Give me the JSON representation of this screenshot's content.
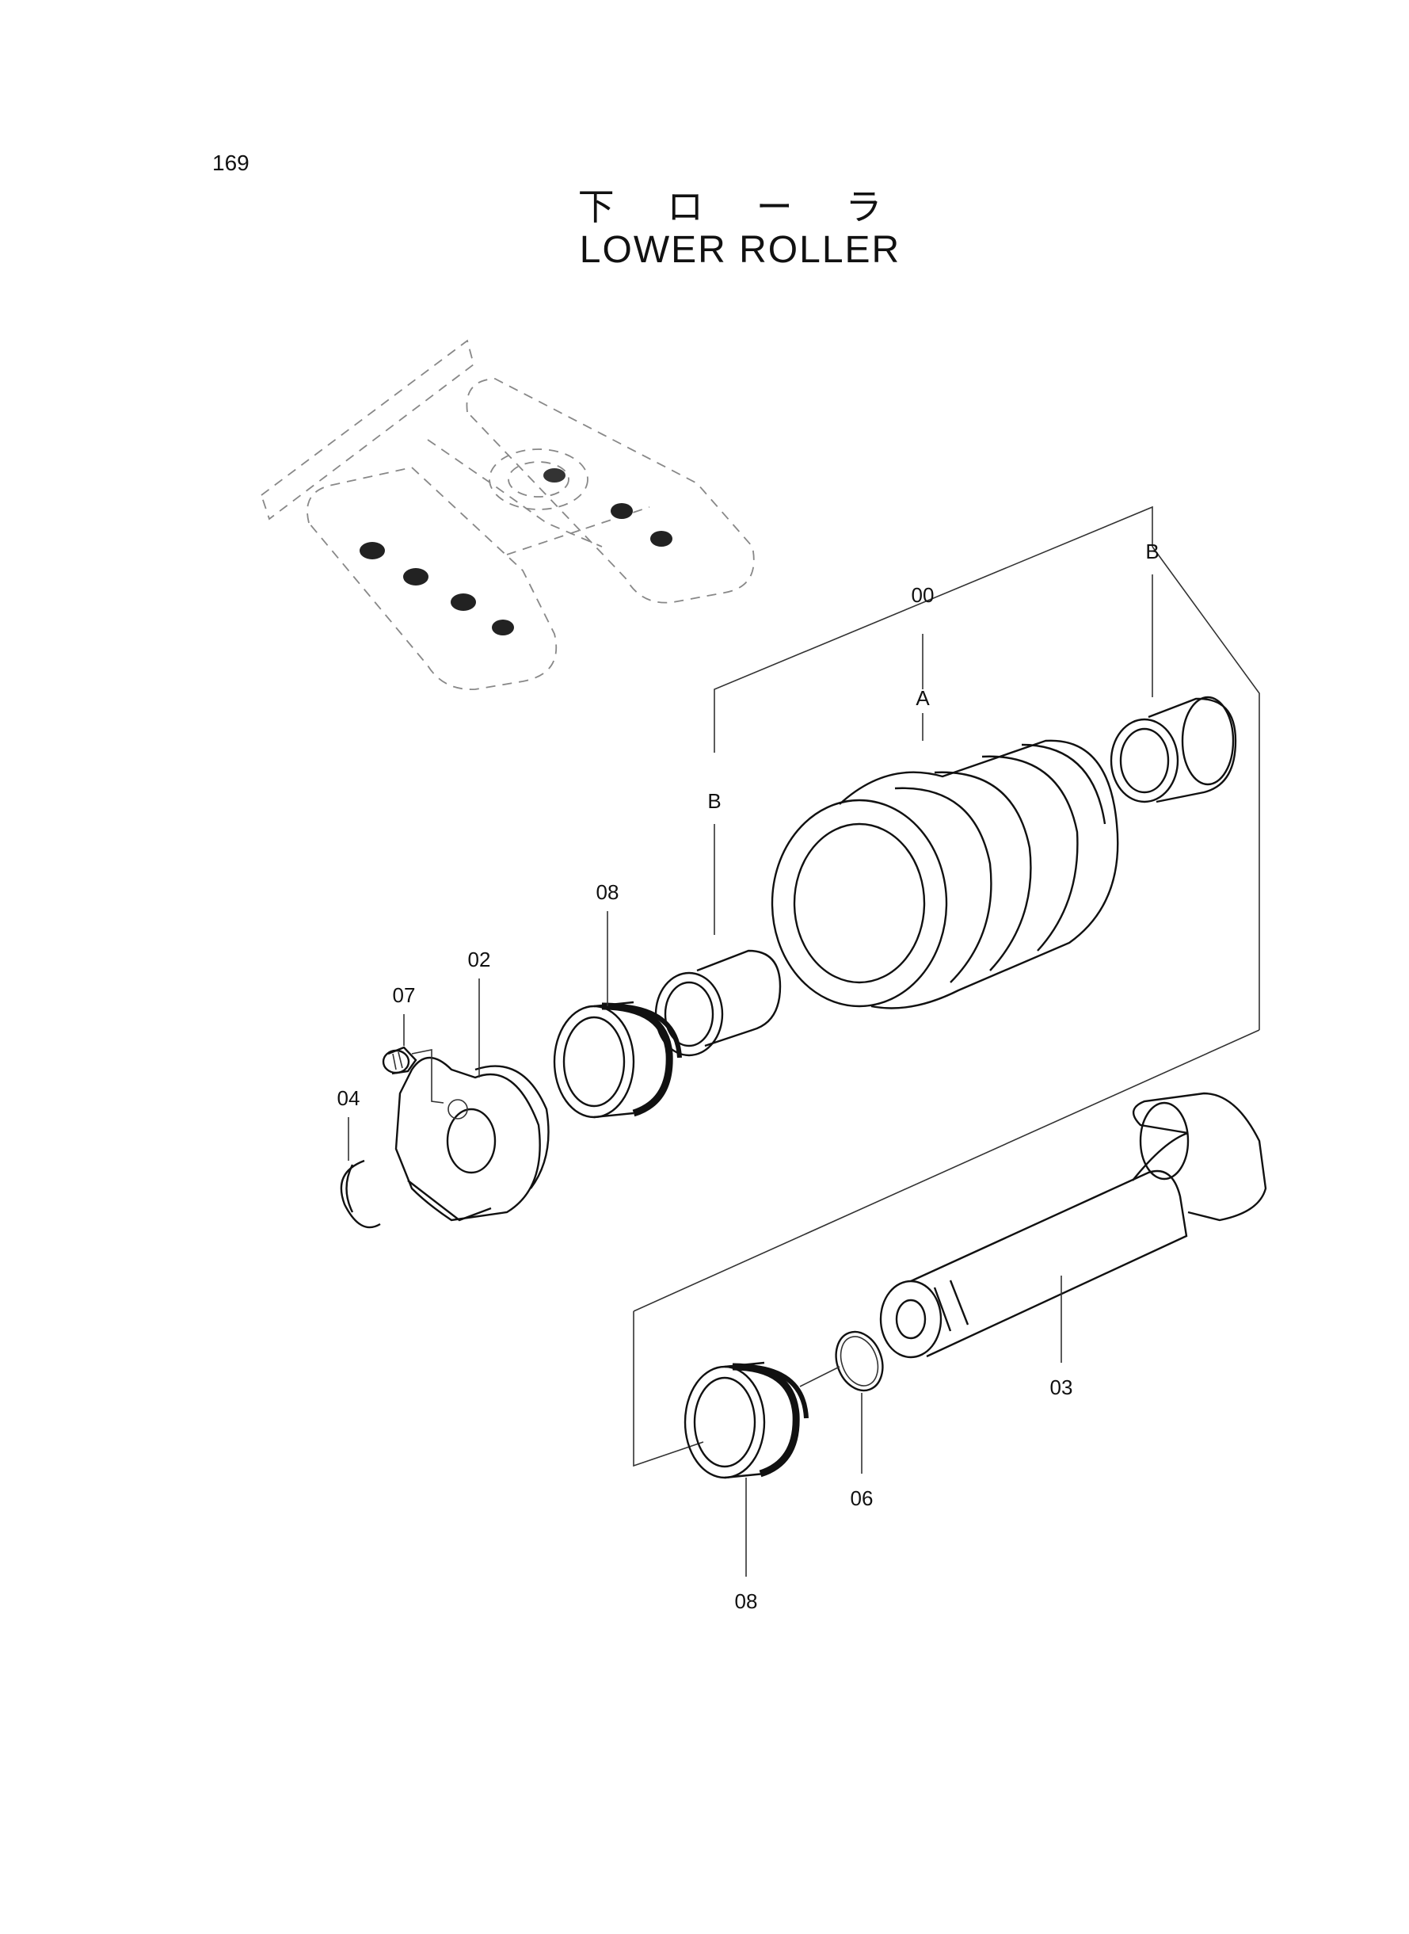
{
  "page": {
    "number": "169"
  },
  "title": {
    "japanese": "下 ロ ー ラ",
    "english": "LOWER ROLLER"
  },
  "callouts": {
    "assembly": "00",
    "roller_body": "A",
    "bushing_right": "B",
    "bushing_left": "B",
    "seal_upper": "08",
    "collar": "02",
    "plug": "07",
    "snap_ring": "04",
    "shaft": "03",
    "o_ring": "06",
    "seal_lower": "08"
  }
}
